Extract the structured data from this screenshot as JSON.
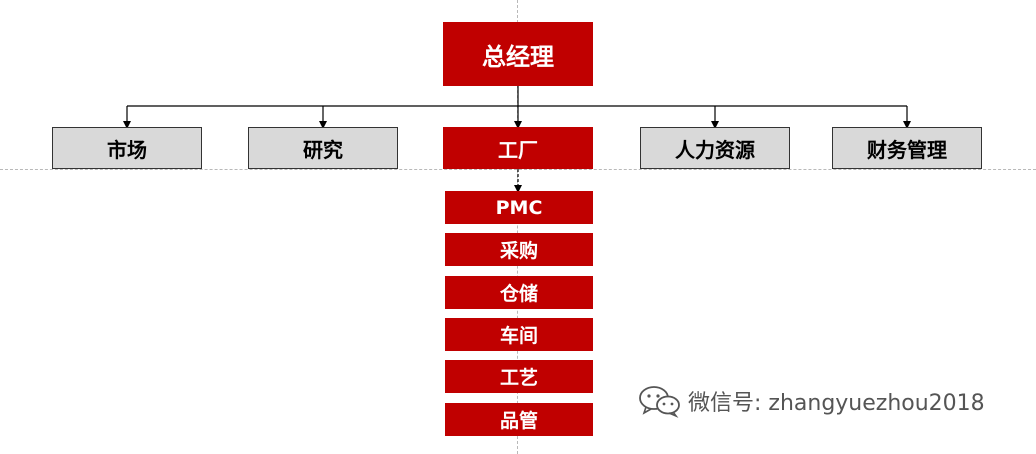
{
  "org_chart": {
    "root": {
      "label": "总经理"
    },
    "departments": [
      {
        "label": "市场"
      },
      {
        "label": "研究"
      },
      {
        "label": "工厂"
      },
      {
        "label": "人力资源"
      },
      {
        "label": "财务管理"
      }
    ],
    "factory_units": [
      {
        "label": "PMC"
      },
      {
        "label": "采购"
      },
      {
        "label": "仓储"
      },
      {
        "label": "车间"
      },
      {
        "label": "工艺"
      },
      {
        "label": "品管"
      }
    ]
  },
  "watermark": {
    "icon": "wechat-icon",
    "text": "微信号: zhangyuezhou2018"
  },
  "colors": {
    "accent_red": "#c00000",
    "grey_fill": "#d9d9d9",
    "connector": "#000000",
    "guide": "#b9b9b9"
  }
}
